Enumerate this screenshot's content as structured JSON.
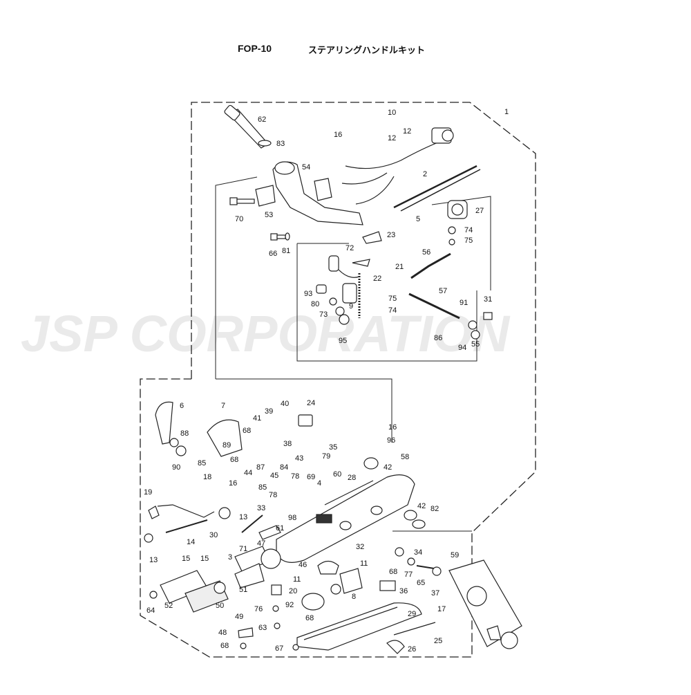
{
  "header": {
    "code": "FOP-10",
    "title": "ステアリングハンドルキット"
  },
  "watermark": {
    "text": "JSP CORPORATION",
    "color": "#e6e6e6"
  },
  "labels": [
    "62",
    "83",
    "54",
    "53",
    "70",
    "66",
    "81",
    "10",
    "16",
    "12",
    "12",
    "1",
    "2",
    "5",
    "27",
    "74",
    "75",
    "23",
    "72",
    "21",
    "22",
    "56",
    "57",
    "75",
    "74",
    "91",
    "31",
    "86",
    "94",
    "55",
    "93",
    "80",
    "73",
    "9",
    "95",
    "6",
    "88",
    "90",
    "85",
    "7",
    "68",
    "68",
    "89",
    "44",
    "87",
    "39",
    "41",
    "40",
    "38",
    "45",
    "43",
    "84",
    "79",
    "69",
    "78",
    "24",
    "16",
    "96",
    "35",
    "58",
    "42",
    "42",
    "82",
    "18",
    "16",
    "19",
    "13",
    "14",
    "13",
    "15",
    "15",
    "30",
    "3",
    "71",
    "33",
    "61",
    "98",
    "47",
    "60",
    "28",
    "4",
    "85",
    "78",
    "32",
    "34",
    "77",
    "65",
    "37",
    "46",
    "11",
    "11",
    "8",
    "68",
    "36",
    "59",
    "17",
    "52",
    "64",
    "50",
    "51",
    "49",
    "20",
    "76",
    "92",
    "68",
    "63",
    "48",
    "68",
    "67",
    "29",
    "25",
    "26"
  ]
}
